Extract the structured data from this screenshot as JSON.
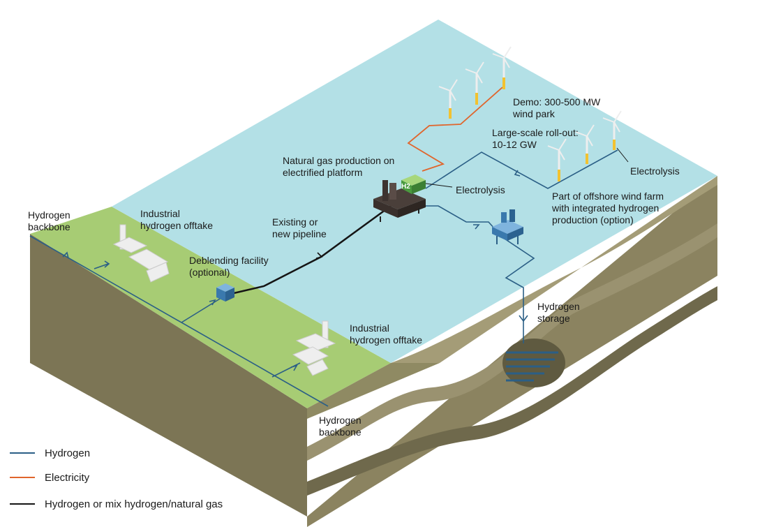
{
  "colors": {
    "hydrogen": "#2b5f86",
    "electricity": "#e0652c",
    "mix": "#151515",
    "sea": "#b3e0e6",
    "land": "#a7cc74",
    "soil": "#857d5a"
  },
  "labels": {
    "hydrogen_backbone_left": "Hydrogen\nbackbone",
    "industrial_offtake_top": "Industrial\nhydrogen offtake",
    "existing_pipeline": "Existing or\nnew pipeline",
    "deblending": "Deblending facility\n(optional)",
    "natural_gas_platform": "Natural gas production on\nelectrified platform",
    "electrolysis_platform": "Electrolysis",
    "demo": "Demo: 300-500 MW\nwind park",
    "large_scale": "Large-scale roll-out:\n10-12 GW",
    "electrolysis_turbine": "Electrolysis",
    "offshore_farm": "Part of offshore wind farm\nwith integrated hydrogen\nproduction (option)",
    "hydrogen_storage": "Hydrogen\nstorage",
    "industrial_offtake_bottom": "Industrial\nhydrogen offtake",
    "hydrogen_backbone_bottom": "Hydrogen\nbackbone",
    "h2_sign": "H2"
  },
  "legend": [
    {
      "label": "Hydrogen",
      "color_key": "hydrogen"
    },
    {
      "label": "Electricity",
      "color_key": "electricity"
    },
    {
      "label": "Hydrogen or mix hydrogen/natural gas",
      "color_key": "mix"
    }
  ]
}
